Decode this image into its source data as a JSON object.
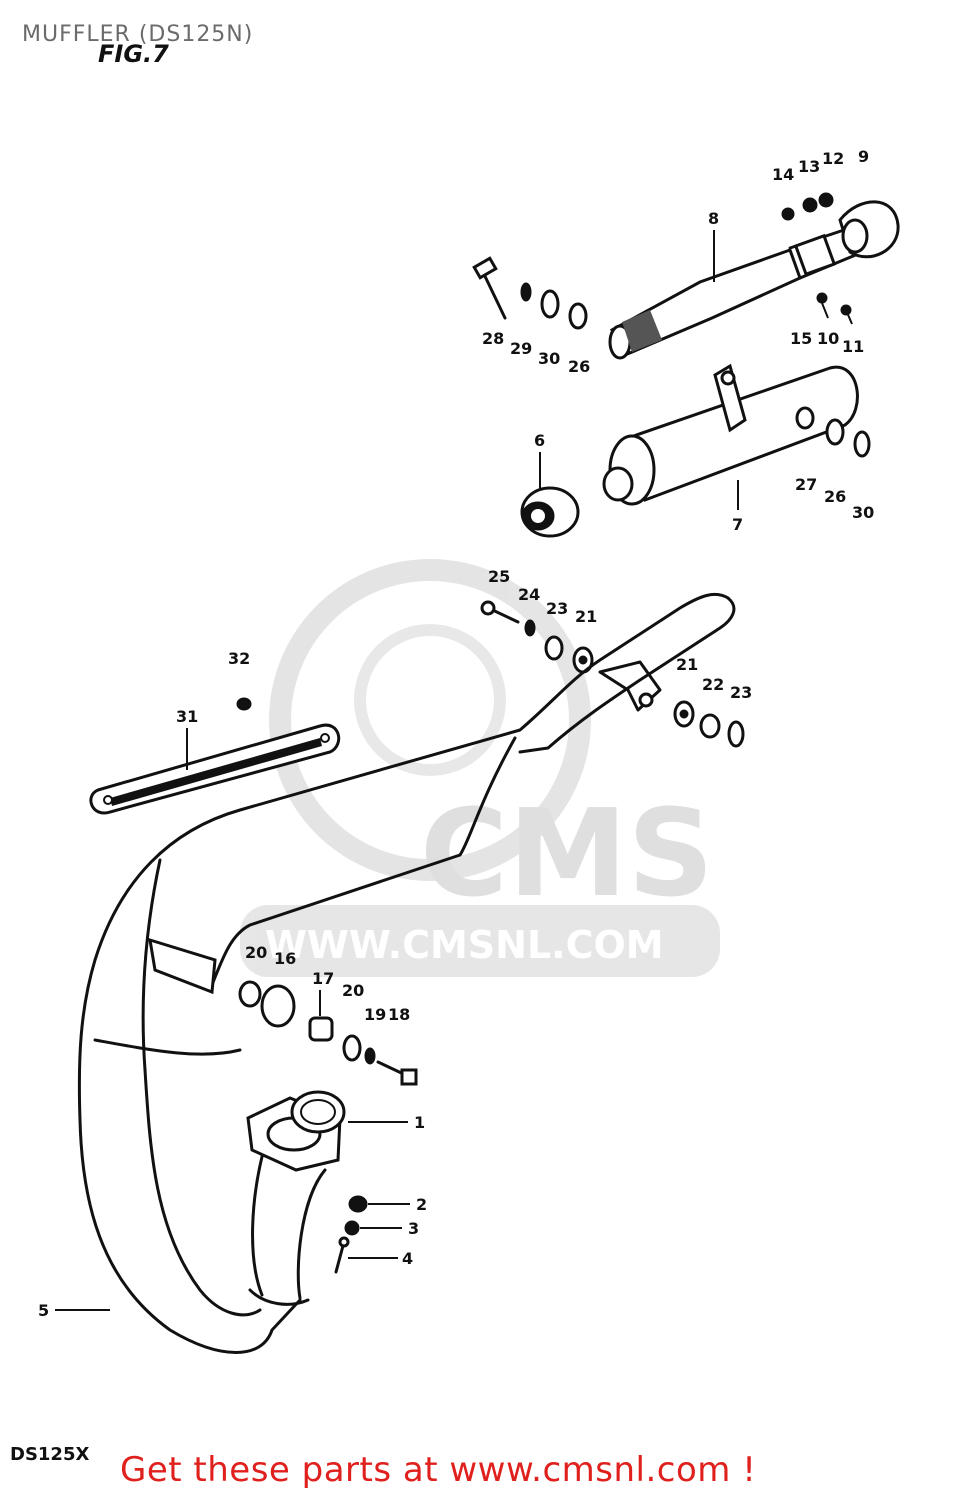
{
  "header": {
    "title": "MUFFLER (DS125N)"
  },
  "figure": {
    "label": "FIG.7",
    "model_code": "DS125X"
  },
  "watermark": {
    "brand": "CMS",
    "url": "WWW.CMSNL.COM"
  },
  "footer": {
    "promo": "Get these parts at www.cmsnl.com !"
  },
  "callouts": [
    "1",
    "2",
    "3",
    "4",
    "5",
    "6",
    "7",
    "8",
    "9",
    "10",
    "11",
    "12",
    "13",
    "14",
    "15",
    "16",
    "17",
    "18",
    "19",
    "20",
    "20",
    "21",
    "21",
    "22",
    "23",
    "23",
    "24",
    "25",
    "26",
    "26",
    "27",
    "28",
    "29",
    "30",
    "30",
    "31",
    "32"
  ],
  "colors": {
    "promo_text": "#e0201c",
    "line_art": "#111111",
    "watermark": "#dcdcdc",
    "header_text": "#6b6b6b"
  }
}
